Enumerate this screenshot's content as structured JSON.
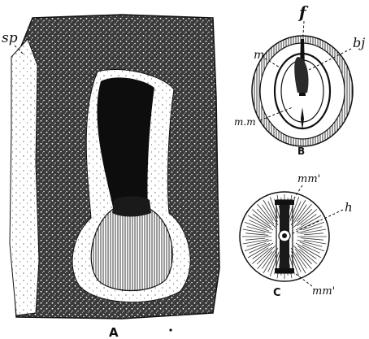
{
  "figure": {
    "panels": [
      {
        "id": "A",
        "caption": "A",
        "labels": [
          "sp"
        ]
      },
      {
        "id": "B",
        "caption": "B",
        "labels": [
          "f",
          "m",
          "bj",
          "m.m"
        ]
      },
      {
        "id": "C",
        "caption": "C",
        "labels": [
          "mm'",
          "h",
          "mm'"
        ]
      }
    ]
  }
}
